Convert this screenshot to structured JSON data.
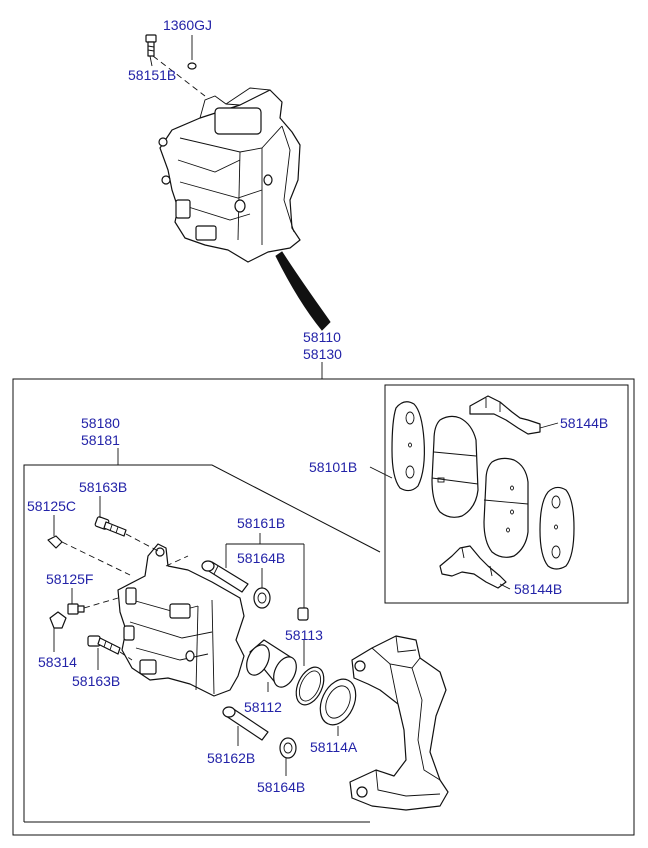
{
  "labels": {
    "l1360GJ": "1360GJ",
    "l58151B": "58151B",
    "l58110": "58110",
    "l58130": "58130",
    "l58180": "58180",
    "l58181": "58181",
    "l58163B_top": "58163B",
    "l58125C": "58125C",
    "l58125F": "58125F",
    "l58314": "58314",
    "l58163B_bot": "58163B",
    "l58161B": "58161B",
    "l58164B_top": "58164B",
    "l58113": "58113",
    "l58112": "58112",
    "l58162B": "58162B",
    "l58114A": "58114A",
    "l58164B_bot": "58164B",
    "l58101B": "58101B",
    "l58144B_top": "58144B",
    "l58144B_bot": "58144B"
  },
  "colors": {
    "label": "#2323a8",
    "line": "#111111",
    "background": "#ffffff"
  }
}
